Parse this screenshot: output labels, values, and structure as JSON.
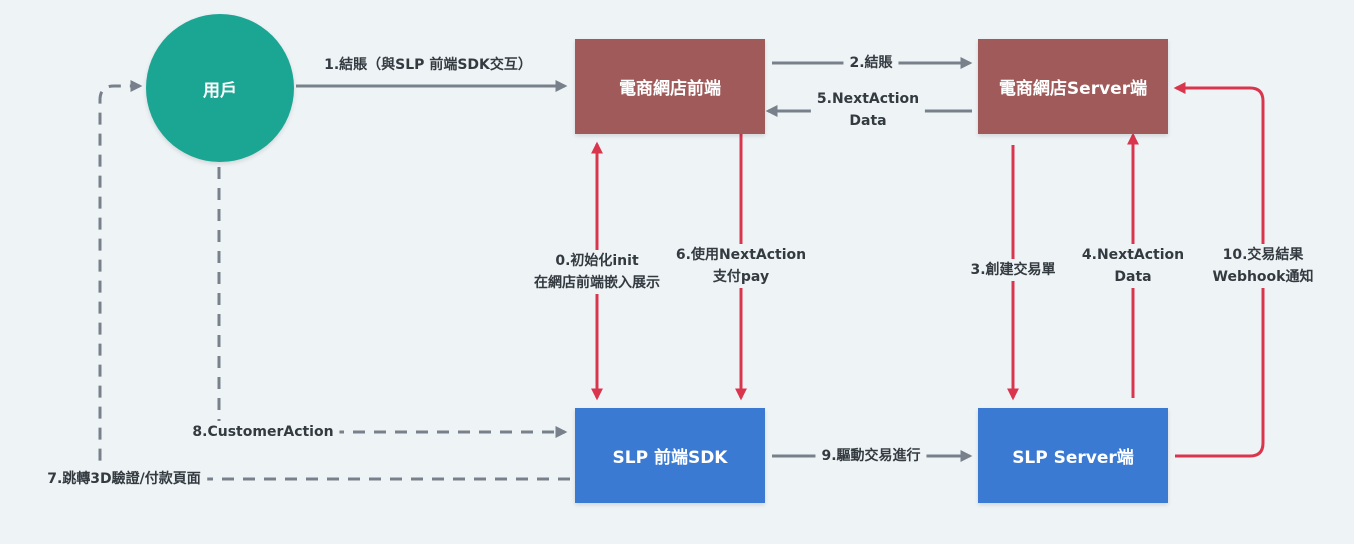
{
  "colors": {
    "background": "#eef3f6",
    "user": "#1ba593",
    "ecommerce": "#a15a5a",
    "slp": "#3b7ad2",
    "arrow_gray": "#78818b",
    "arrow_red": "#d9364d"
  },
  "nodes": {
    "user": "用戶",
    "shop_frontend": "電商網店前端",
    "shop_server": "電商網店Server端",
    "slp_sdk": "SLP 前端SDK",
    "slp_server": "SLP Server端"
  },
  "edges": {
    "e1": [
      "1.結賬（與SLP 前端SDK交互）"
    ],
    "e2": [
      "2.結賬"
    ],
    "e5": [
      "5.NextAction",
      "Data"
    ],
    "e0": [
      "0.初始化init",
      "在網店前端嵌入展示"
    ],
    "e6": [
      "6.使用NextAction",
      "支付pay"
    ],
    "e3": [
      "3.創建交易單"
    ],
    "e4": [
      "4.NextAction",
      "Data"
    ],
    "e10": [
      "10.交易結果",
      "Webhook通知"
    ],
    "e8": [
      "8.CustomerAction"
    ],
    "e9": [
      "9.驅動交易進行"
    ],
    "e7": [
      "7.跳轉3D驗證/付款頁面"
    ]
  }
}
